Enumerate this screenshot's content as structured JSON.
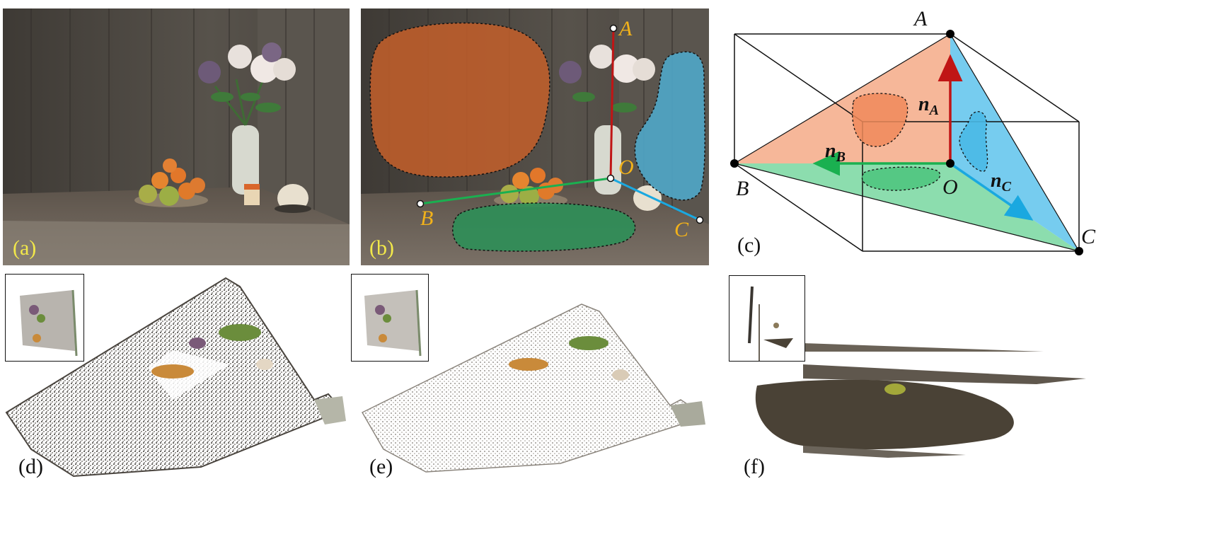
{
  "figure": {
    "panels": {
      "a": {
        "label": "(a)"
      },
      "b": {
        "label": "(b)",
        "points": {
          "A": "A",
          "B": "B",
          "C": "C",
          "O": "O"
        }
      },
      "c": {
        "label": "(c)",
        "points": {
          "A": "A",
          "B": "B",
          "C": "C",
          "O": "O"
        },
        "normals": {
          "nA": {
            "main": "n",
            "sub": "A"
          },
          "nB": {
            "main": "n",
            "sub": "B"
          },
          "nC": {
            "main": "n",
            "sub": "C"
          }
        }
      },
      "d": {
        "label": "(d)"
      },
      "e": {
        "label": "(e)"
      },
      "f": {
        "label": "(f)"
      }
    },
    "colors": {
      "plane_A": "#f4a57f",
      "plane_B": "#6fd49a",
      "plane_C": "#5ec3ec",
      "axis_A": "#c01515",
      "axis_B": "#1ab050",
      "axis_C": "#1aa8e0",
      "label_yellow": "#f2e84a",
      "point_yellow": "#f2b21a"
    }
  }
}
